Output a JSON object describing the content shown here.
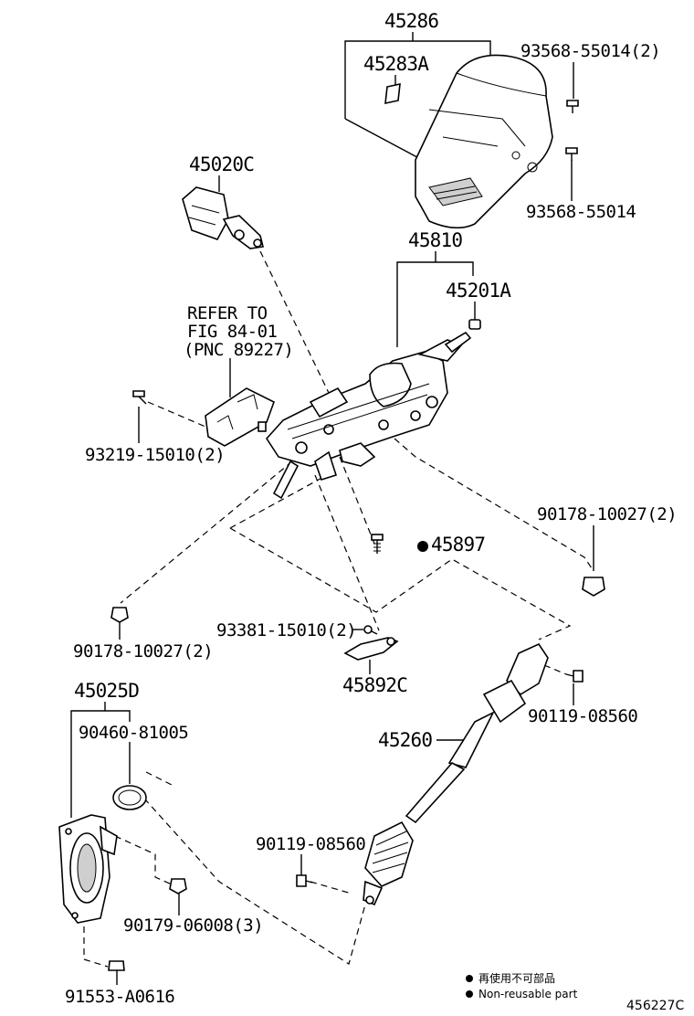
{
  "labels": {
    "p45286": "45286",
    "p45283A": "45283A",
    "p93568a": "93568-55014(2)",
    "p93568b": "93568-55014",
    "p45020C": "45020C",
    "p45810": "45810",
    "p45201A": "45201A",
    "refer1": "REFER TO",
    "refer2": "FIG 84-01",
    "refer3": "(PNC 89227)",
    "p93219": "93219-15010(2)",
    "p90178a": "90178-10027(2)",
    "p45897": "45897",
    "p90178b": "90178-10027(2)",
    "p93381": "93381-15010(2)",
    "p45892C": "45892C",
    "p45025D": "45025D",
    "p90460": "90460-81005",
    "p90119a": "90119-08560",
    "p45260": "45260",
    "p90119b": "90119-08560",
    "p90179": "90179-06008(3)",
    "p91553": "91553-A0616"
  },
  "legend": {
    "line1": "再使用不可部品",
    "line2": "Non-reusable part"
  },
  "diagram_code": "456227C"
}
